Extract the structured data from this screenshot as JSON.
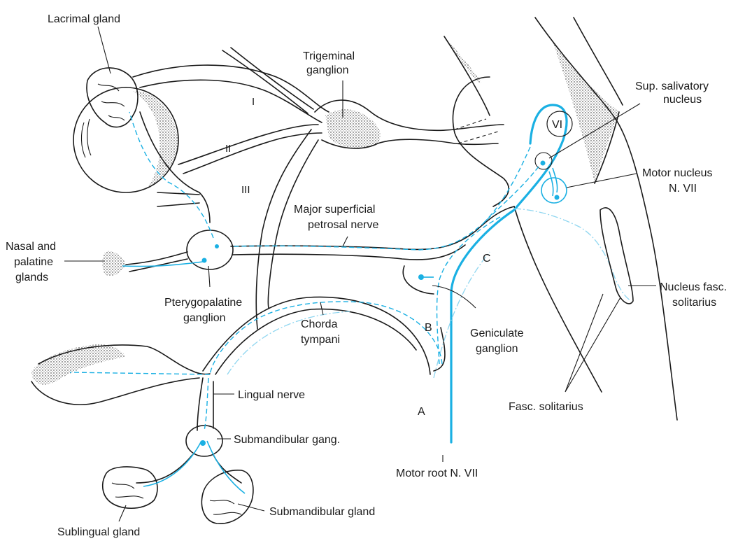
{
  "labels": {
    "lacrimal_gland": "Lacrimal gland",
    "trigeminal_ganglion_1": "Trigeminal",
    "trigeminal_ganglion_2": "ganglion",
    "branch_I": "I",
    "branch_II": "II",
    "branch_III": "III",
    "sup_salivatory_1": "Sup. salivatory",
    "sup_salivatory_2": "nucleus",
    "nucleus_VI": "VI",
    "motor_nucleus_1": "Motor nucleus",
    "motor_nucleus_2": "N. VII",
    "major_petrosal_1": "Major superficial",
    "major_petrosal_2": "petrosal nerve",
    "nasal_palatine_1": "Nasal and",
    "nasal_palatine_2": "palatine",
    "nasal_palatine_3": "glands",
    "pterygopalatine_1": "Pterygopalatine",
    "pterygopalatine_2": "ganglion",
    "label_C": "C",
    "label_B": "B",
    "label_A": "A",
    "nucleus_fasc_1": "Nucleus fasc.",
    "nucleus_fasc_2": "solitarius",
    "chorda_tympani_1": "Chorda",
    "chorda_tympani_2": "tympani",
    "geniculate_1": "Geniculate",
    "geniculate_2": "ganglion",
    "lingual_nerve": "Lingual nerve",
    "fasc_solitarius": "Fasc. solitarius",
    "submandibular_gang": "Submandibular gang.",
    "motor_root": "Motor root N. VII",
    "submandibular_gland": "Submandibular gland",
    "sublingual_gland": "Sublingual gland"
  },
  "colors": {
    "pathway_blue": "#1ab0e3",
    "pathway_light_blue": "#8fd6f0",
    "line_black": "#1a1a1a"
  }
}
